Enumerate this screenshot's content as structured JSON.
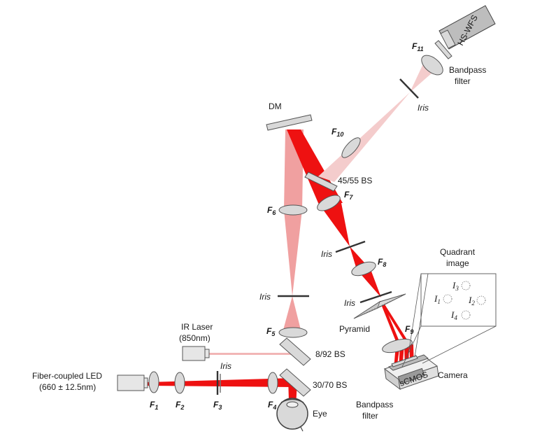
{
  "colors": {
    "beam_red": "#ee1111",
    "beam_pink": "#f0a0a0",
    "beam_faint": "#f4cccc",
    "optic_fill": "#d9d9d9",
    "optic_stroke": "#555555"
  },
  "labels": {
    "dm": "DM",
    "hs_wfs": "HS-WFS",
    "bandpass_top": [
      "Bandpass",
      "filter"
    ],
    "iris": "Iris",
    "bs_45_55": "45/55 BS",
    "bs_8_92": "8/92 BS",
    "bs_30_70": "30/70 BS",
    "ir_laser": [
      "IR Laser",
      "(850nm)"
    ],
    "led": [
      "Fiber-coupled LED",
      "(660 ± 12.5nm)"
    ],
    "eye": "Eye",
    "pyramid": "Pyramid",
    "camera": "Camera",
    "scmos": "sCMOS",
    "bandpass_bottom": [
      "Bandpass",
      "filter"
    ],
    "quadrant": [
      "Quadrant",
      "image"
    ]
  },
  "lenses": {
    "f1": {
      "main": "F",
      "sub": "1"
    },
    "f2": {
      "main": "F",
      "sub": "2"
    },
    "f3": {
      "main": "F",
      "sub": "3"
    },
    "f4": {
      "main": "F",
      "sub": "4"
    },
    "f5": {
      "main": "F",
      "sub": "5"
    },
    "f6": {
      "main": "F",
      "sub": "6"
    },
    "f7": {
      "main": "F",
      "sub": "7"
    },
    "f8": {
      "main": "F",
      "sub": "8"
    },
    "f9": {
      "main": "F",
      "sub": "9"
    },
    "f10": {
      "main": "F",
      "sub": "10"
    },
    "f11": {
      "main": "F",
      "sub": "11"
    }
  },
  "quadrant_images": {
    "i1": {
      "main": "I",
      "sub": "1"
    },
    "i2": {
      "main": "I",
      "sub": "2"
    },
    "i3": {
      "main": "I",
      "sub": "3"
    },
    "i4": {
      "main": "I",
      "sub": "4"
    }
  }
}
